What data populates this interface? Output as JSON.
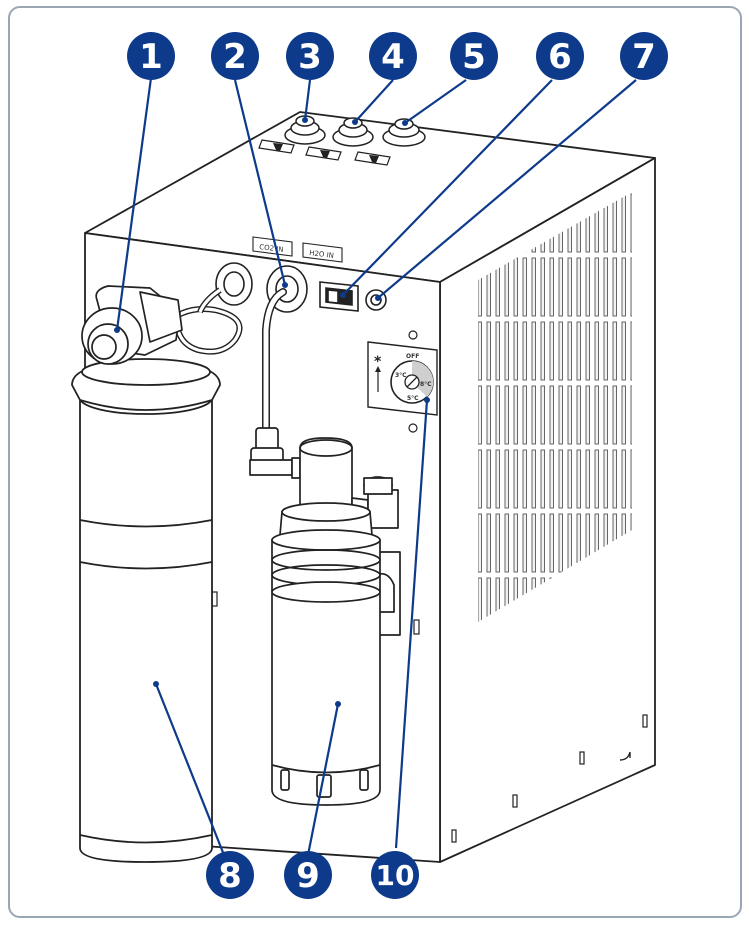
{
  "labels": {
    "co2_in": "CO2 IN",
    "h2o_in": "H2O IN",
    "dial_off": "OFF",
    "dial_3": "3°C",
    "dial_8": "8°C",
    "dial_5": "5°C",
    "snow_symbol": "*"
  },
  "callouts": [
    {
      "id": "callout-1",
      "number": "1"
    },
    {
      "id": "callout-2",
      "number": "2"
    },
    {
      "id": "callout-3",
      "number": "3"
    },
    {
      "id": "callout-4",
      "number": "4"
    },
    {
      "id": "callout-5",
      "number": "5"
    },
    {
      "id": "callout-6",
      "number": "6"
    },
    {
      "id": "callout-7",
      "number": "7"
    },
    {
      "id": "callout-8",
      "number": "8"
    },
    {
      "id": "callout-9",
      "number": "9"
    },
    {
      "id": "callout-10",
      "number": "10"
    }
  ],
  "colors": {
    "callout_fill": "#0d3a8a",
    "frame_border": "#9aa6b4",
    "outline": "#222222"
  }
}
